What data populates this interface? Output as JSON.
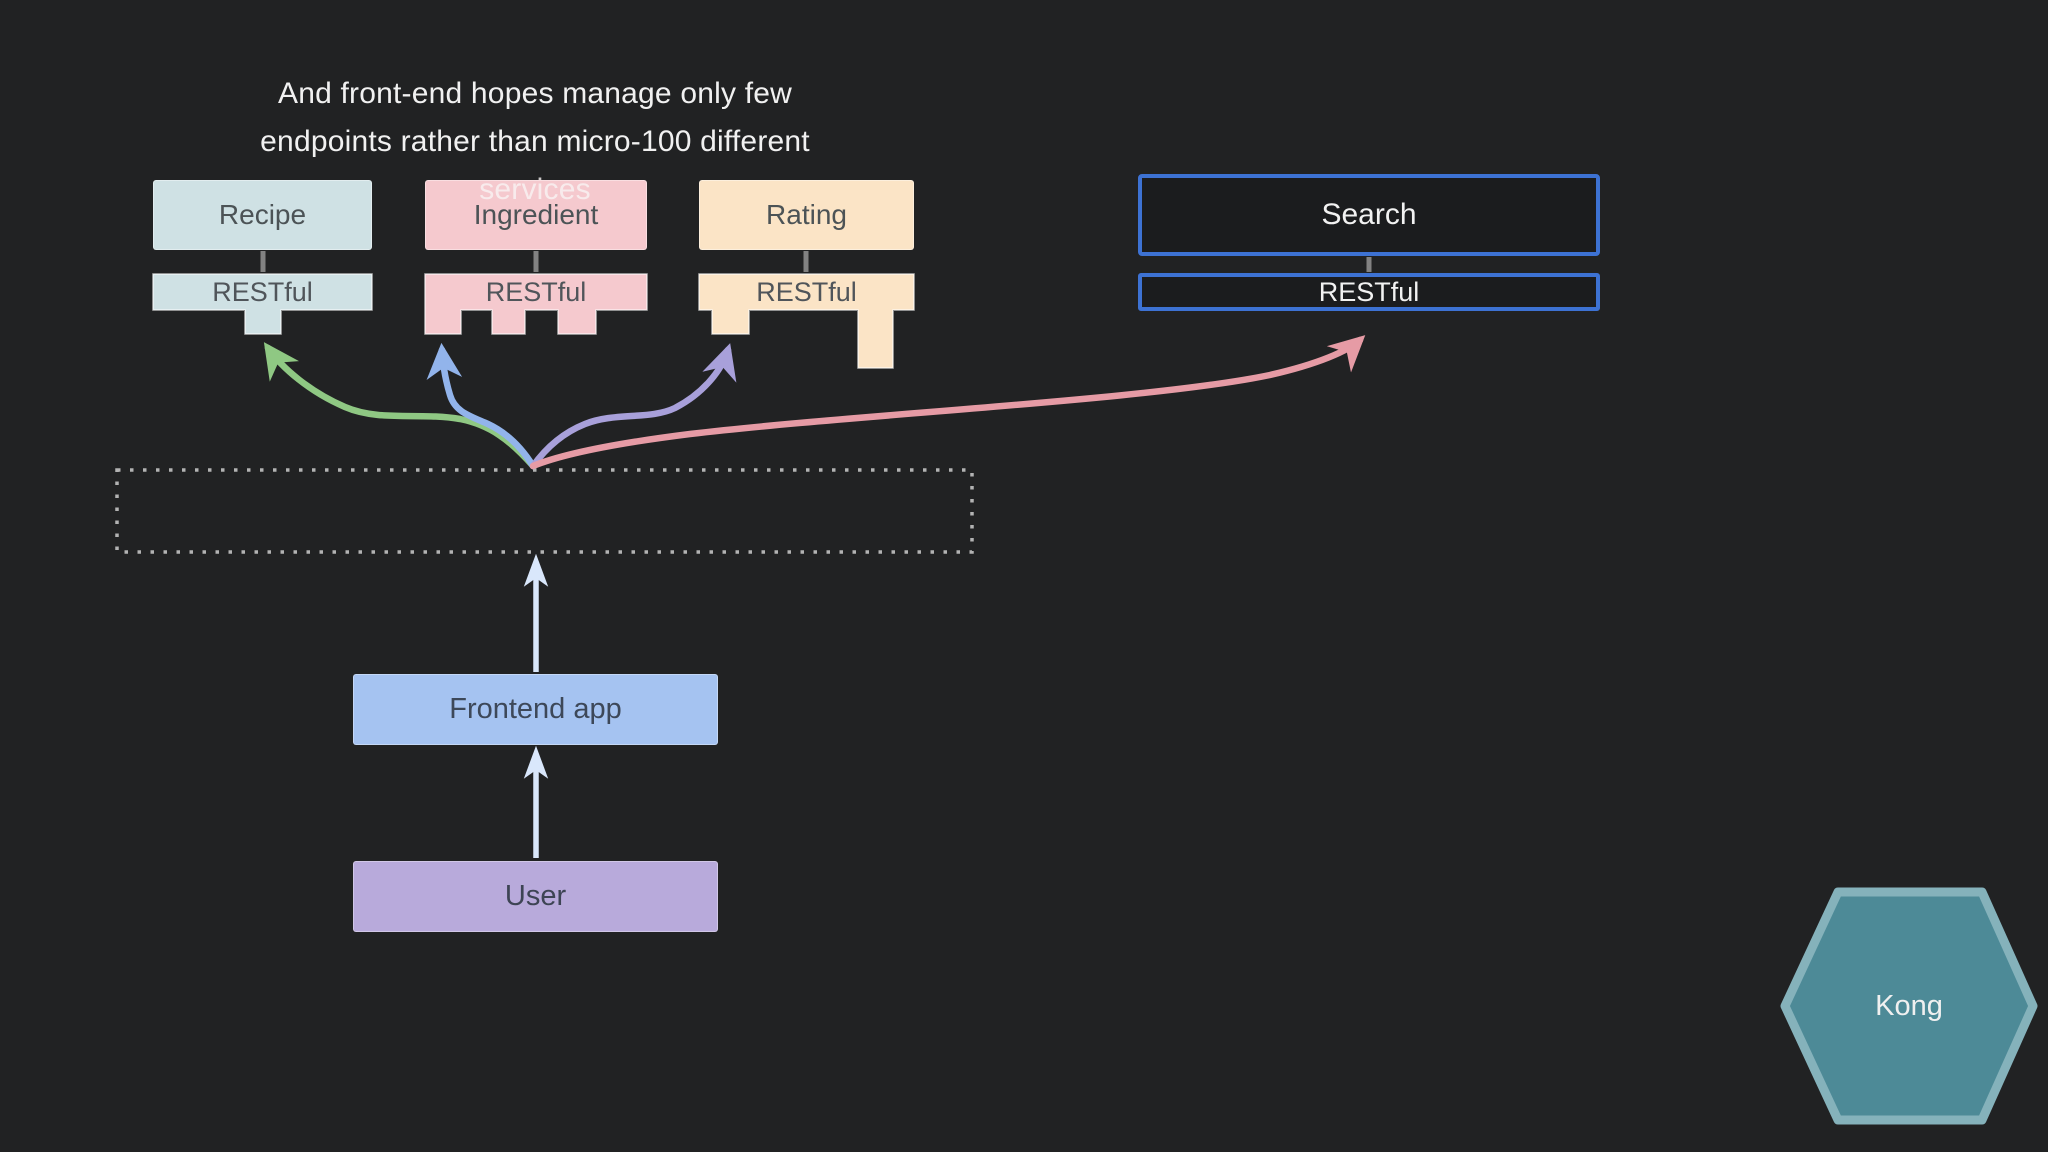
{
  "caption": {
    "line1": "And front-end hopes manage only few",
    "line2": "endpoints rather than micro-100 different",
    "line3": "services"
  },
  "services": [
    {
      "label": "Recipe",
      "api_label": "RESTful"
    },
    {
      "label": "Ingredient",
      "api_label": "RESTful"
    },
    {
      "label": "Rating",
      "api_label": "RESTful"
    },
    {
      "label": "Search",
      "api_label": "RESTful"
    }
  ],
  "frontend_app": {
    "label": "Frontend app"
  },
  "user": {
    "label": "User"
  },
  "gateway": {
    "label": "Kong"
  },
  "colors": {
    "background": "#212223",
    "recipe_fill": "#cfe1e4",
    "ingredient_fill": "#f5c9ce",
    "rating_fill": "#fbe4c6",
    "search_border": "#3d72d3",
    "frontend_fill": "#a5c3f1",
    "user_fill": "#b8aadb",
    "kong_fill": "#4d8a97",
    "kong_border": "#85b2bb",
    "arrow_green": "#8fc883",
    "arrow_blue": "#92b4eb",
    "arrow_purple": "#a8a0da",
    "arrow_pink": "#e69ba5",
    "arrow_light": "#d9e7fb",
    "dotted_outline": "#b3b3b3",
    "connector_gray": "#828282"
  }
}
